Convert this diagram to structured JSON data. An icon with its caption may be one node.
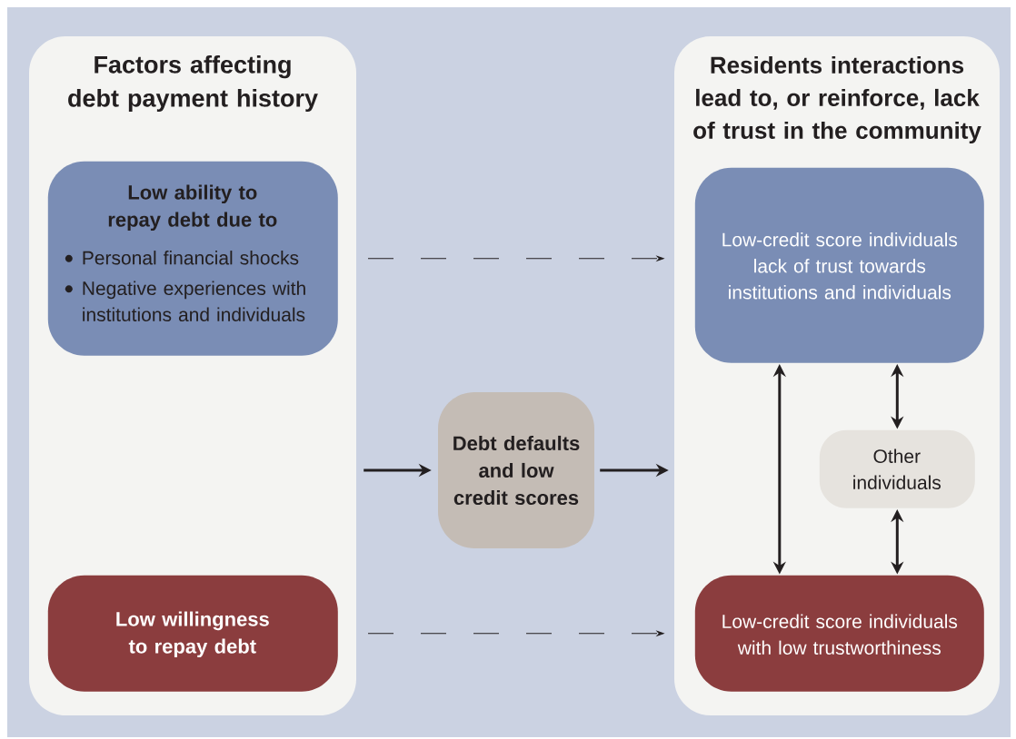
{
  "diagram": {
    "nodes": [
      {
        "text": [
          "Factors affecting debt payment history"
        ]
      },
      {
        "text": [
          "Low ability to repay debt due to",
          "Personal financial shocks",
          "Negative experiences with institutions and individuals"
        ],
        "in": 0
      },
      {
        "text": [
          "Low willingness to repay debt"
        ],
        "in": 0
      },
      {
        "text": [
          "Debt defaults and low credit scores"
        ]
      },
      {
        "text": [
          "Residents interactions lead to, or reinforce, lack of trust in the community"
        ]
      },
      {
        "text": [
          "Low-credit score individuals lack of trust towards institutions and individuals"
        ],
        "in": 4
      },
      {
        "text": [
          "Other individuals"
        ],
        "in": 4
      },
      {
        "text": [
          "Low-credit score individuals with low trustworthiness"
        ],
        "in": 4
      }
    ],
    "edges": [
      {
        "from": 1,
        "to": 5,
        "arrow": "to",
        "style": "dashed"
      },
      {
        "from": 0,
        "to": 3,
        "arrow": "to"
      },
      {
        "from": 3,
        "to": 4,
        "arrow": "to"
      },
      {
        "from": 2,
        "to": 7,
        "arrow": "to",
        "style": "dashed"
      },
      {
        "from": 5,
        "to": 7,
        "arrow": "both"
      },
      {
        "from": 5,
        "to": 6,
        "arrow": "both"
      },
      {
        "from": 6,
        "to": 7,
        "arrow": "both"
      }
    ]
  }
}
